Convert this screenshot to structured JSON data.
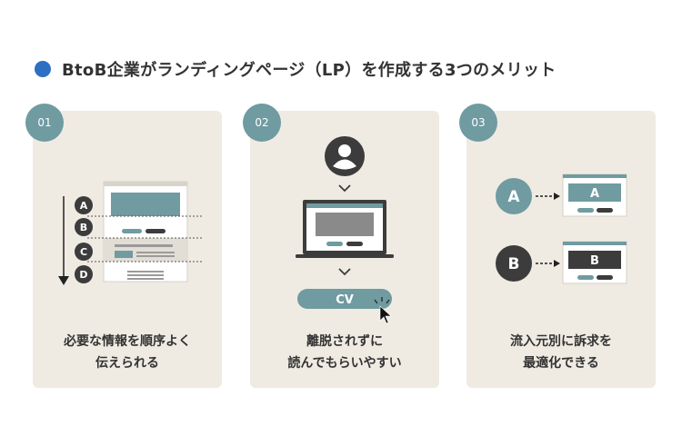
{
  "title": "BtoB企業がランディングページ（LP）を作成する3つのメリット",
  "cards": [
    {
      "number": "01",
      "steps": [
        "A",
        "B",
        "C",
        "D"
      ],
      "caption_line1": "必要な情報を順序よく",
      "caption_line2": "伝えられる"
    },
    {
      "number": "02",
      "cv_label": "CV",
      "caption_line1": "離脱されずに",
      "caption_line2": "読んでもらいやすい"
    },
    {
      "number": "03",
      "variants": [
        "A",
        "B"
      ],
      "caption_line1": "流入元別に訴求を",
      "caption_line2": "最適化できる"
    }
  ],
  "colors": {
    "accent_teal": "#6f9ba1",
    "dark": "#3c3c3c",
    "card_bg": "#efebe3",
    "title_dot": "#2f6fc3"
  }
}
